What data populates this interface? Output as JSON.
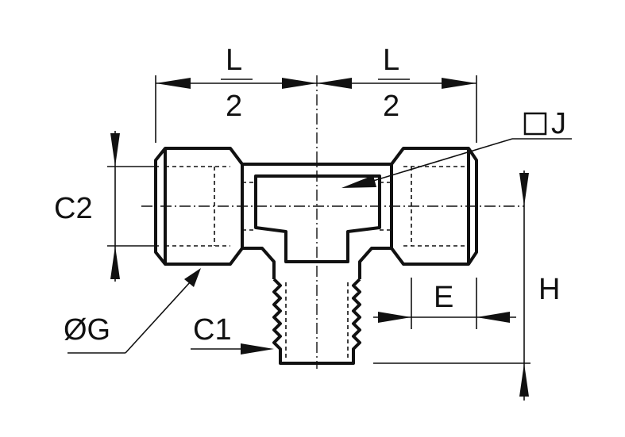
{
  "labels": {
    "l_num_left": "L",
    "l_den_left": "2",
    "l_num_right": "L",
    "l_den_right": "2",
    "j": "J",
    "c2": "C2",
    "g": "ØG",
    "c1": "C1",
    "e": "E",
    "h": "H"
  }
}
